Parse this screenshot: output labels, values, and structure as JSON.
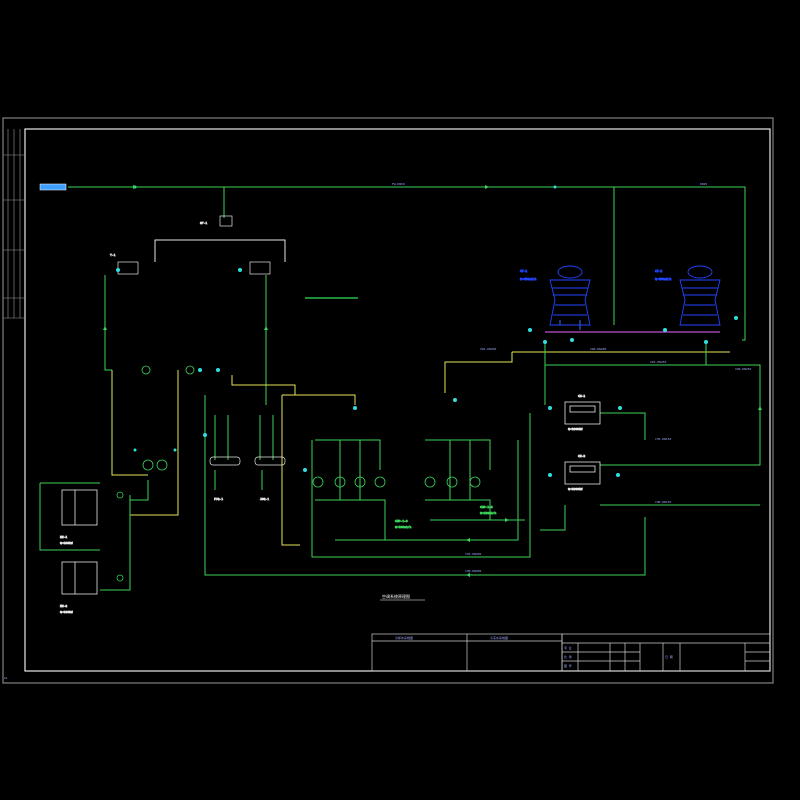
{
  "sheet": {
    "corner_label": "A1",
    "drawing_title": "空调系统原理图",
    "title_block": {
      "left_cells": [
        "冷却水系统图",
        "冷冻水系统图"
      ],
      "right_cells": [
        "专 业",
        "比 例",
        "图 号",
        "日 期"
      ]
    }
  },
  "pipe_labels": {
    "top_main": "FW-DN50",
    "top_main_right": "DN25",
    "cws_1": "CWS-DN200",
    "cws_2": "CWS-DN250",
    "cwr_1": "CWR-DN200",
    "cwr_2": "CWR-DN250",
    "chs_1": "CHS-DN150",
    "chr_1": "CHR-DN150",
    "chs_2": "CHS-DN200",
    "chr_2": "CHR-DN200"
  },
  "equipment": {
    "ct1": {
      "tag": "CT-1",
      "spec": "Q=400m3/h"
    },
    "ct2": {
      "tag": "CT-2",
      "spec": "Q=400m3/h"
    },
    "ch1": {
      "tag": "CH-1",
      "spec": "Q=1000kW"
    },
    "ch2": {
      "tag": "CH-2",
      "spec": "Q=1000kW"
    },
    "eh1": {
      "tag": "EH-1",
      "spec": "Q=100kW"
    },
    "eh2": {
      "tag": "EH-2",
      "spec": "Q=100kW"
    },
    "p_group1": {
      "tag": "CHP-1~3",
      "spec": "Q=180m3/h"
    },
    "p_group2": {
      "tag": "CWP-1~3",
      "spec": "Q=220m3/h"
    },
    "softener": {
      "tag": "SF-1"
    },
    "tank": {
      "tag": "T-1"
    },
    "dist1": {
      "tag": "FJQ-1"
    },
    "dist2": {
      "tag": "JSQ-1"
    }
  }
}
